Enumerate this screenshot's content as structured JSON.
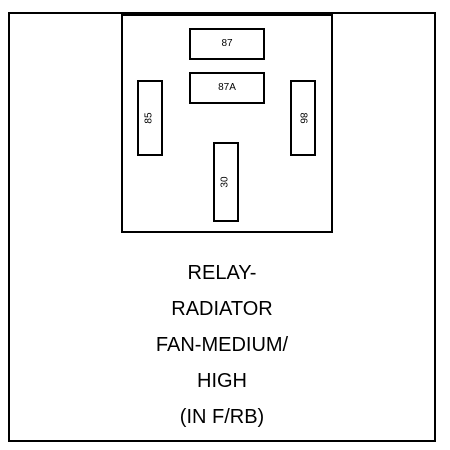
{
  "relay": {
    "pins": {
      "p87": "87",
      "p87a": "87A",
      "p85": "85",
      "p86": "86",
      "p30": "30"
    }
  },
  "caption": {
    "lines": [
      "RELAY-",
      "RADIATOR",
      "FAN-MEDIUM/",
      "HIGH",
      "(IN F/RB)"
    ]
  }
}
